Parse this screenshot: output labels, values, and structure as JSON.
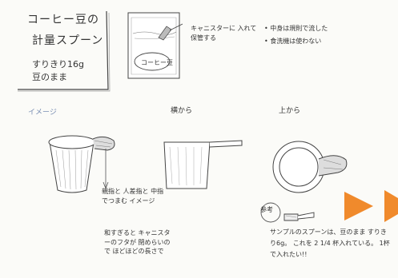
{
  "title": {
    "line1": "コーヒー豆の",
    "line2": "計量スプーン"
  },
  "specs": {
    "line1": "すりきり16g",
    "line2": "豆のまま"
  },
  "canister_note": "キャニスターに 入れて保管する",
  "bean_label": "コーヒー豆",
  "notes": {
    "item1": "• 中身は規則で流した",
    "item2": "• 食洗機は使わない"
  },
  "views": {
    "image": "イメージ",
    "side": "横から",
    "top": "上から"
  },
  "grip_note": "親指と 人差指と 中指でつまむ イメージ",
  "warn_note": "和すぎると キャニスターのフタが 閉めらいので ほどほどの長さで",
  "reference": {
    "label": "参考",
    "note": "サンプルのスプーンは、豆のまま すりきり6g。 これを 2 1/4 杯入れている。 1杯で入れたい!!"
  },
  "colors": {
    "accent": "#f08a2c",
    "ink": "#333333",
    "pencil_blue": "#7a8fb3"
  }
}
